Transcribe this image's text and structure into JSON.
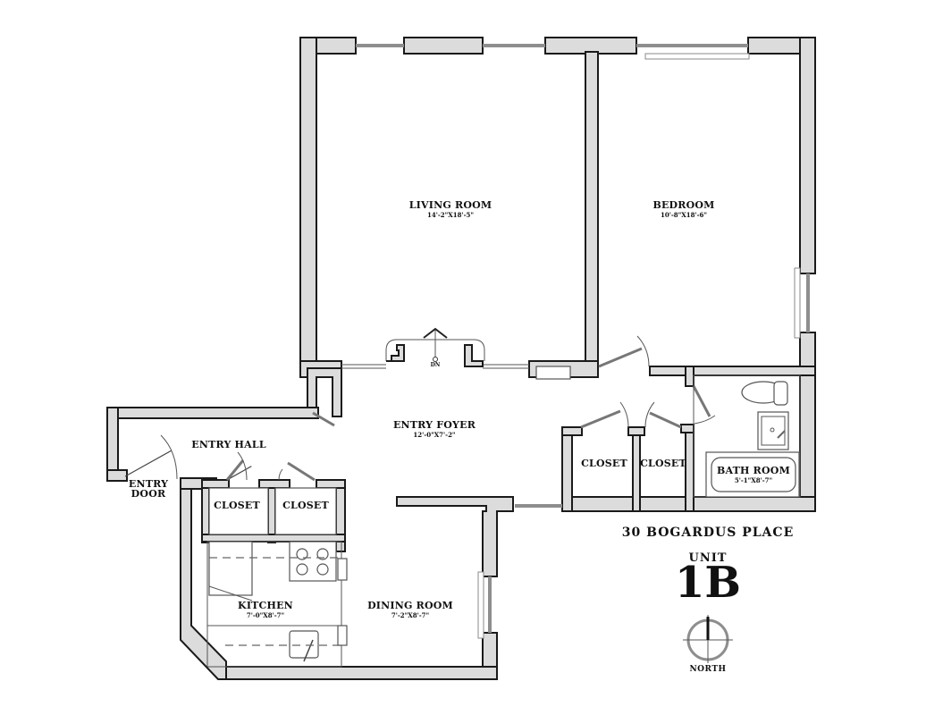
{
  "plan": {
    "address": "30 BOGARDUS PLACE",
    "unit_label": "UNIT",
    "unit_number": "1B",
    "north_label": "NORTH",
    "stair_label": "DN",
    "rooms": {
      "living_room": {
        "name": "LIVING ROOM",
        "dimensions": "14'-2\"X18'-5\""
      },
      "bedroom": {
        "name": "BEDROOM",
        "dimensions": "10'-8\"X18'-6\""
      },
      "entry_foyer": {
        "name": "ENTRY FOYER",
        "dimensions": "12'-0\"X7'-2\""
      },
      "entry_hall": {
        "name": "ENTRY HALL"
      },
      "entry_door": {
        "line1": "ENTRY",
        "line2": "DOOR"
      },
      "closet_1": {
        "name": "CLOSET"
      },
      "closet_2": {
        "name": "CLOSET"
      },
      "closet_3": {
        "name": "CLOSET"
      },
      "closet_4": {
        "name": "CLOSET"
      },
      "bath_room": {
        "name": "BATH ROOM",
        "dimensions": "5'-1\"X8'-7\""
      },
      "kitchen": {
        "name": "KITCHEN",
        "dimensions": "7'-0\"X8'-7\""
      },
      "dining_room": {
        "name": "DINING ROOM",
        "dimensions": "7'-2\"X8'-7\""
      }
    },
    "colors": {
      "wall_fill": "#dcdcdc",
      "wall_stroke": "#1a1a1a",
      "window": "#8e8e8e",
      "background": "#ffffff"
    }
  }
}
